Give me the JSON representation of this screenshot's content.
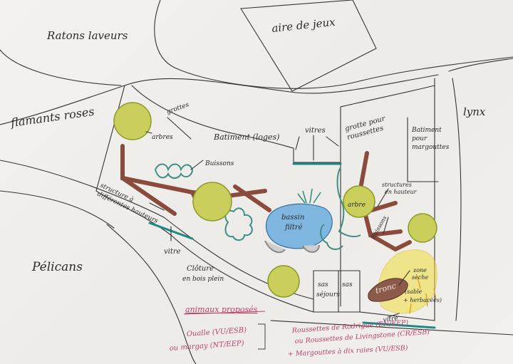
{
  "labels": {
    "ratons": "Ratons laveurs",
    "aire": "aire de jeux",
    "flamants": "flamants roses",
    "lynx": "lynx",
    "pelicans": "Pélicans",
    "grottes": "grottes",
    "arbres": "arbres",
    "batiment": "Batiment (loges)",
    "vitres_top": "vitres",
    "grotte_pour": "grotte pour",
    "roussettes": "roussettes",
    "bat_marg_1": "Batiment",
    "bat_marg_2": "pour",
    "bat_marg_3": "margouttes",
    "buissons_1": "Buissons",
    "structure_1": "structure à",
    "structure_2": "différentes hauteurs",
    "bassin_1": "bassin",
    "bassin_2": "filtré",
    "arbre_r": "arbre",
    "structures_r1": "structures",
    "structures_r2": "en hauteur",
    "buissons_r": "Buissons",
    "vitre_left": "vitre",
    "cloture_1": "Clôture",
    "cloture_2": "en bois plein",
    "sas_1": "sas",
    "sas_2": "sas",
    "sas_3": "séjours",
    "tronc": "tronc",
    "zone_1": "zone",
    "zone_2": "sèche",
    "zone_3": "(sable",
    "zone_4": "+ herbacées)",
    "vitre_bottom": "vitre"
  },
  "animals": {
    "title": "animaux proposés",
    "line1": "Oualle (VU/ESB)",
    "line2": "ou margay (NT/EEP)",
    "line3": "Roussettes de Rodrigue (EN/EEP)",
    "line4": "ou Roussettes de Livingstone (CR/ESB)",
    "line5": "+ Margouttes à dix raies (VU/ESB)"
  },
  "colors": {
    "paper": "#f1efec",
    "pencil": "#333333",
    "water": "#7fb6e0",
    "tree_yellow": "#c9cf5a",
    "bush_teal": "#3f8f86",
    "structure_brown": "#8a4a3c",
    "glass_teal": "#1e8a86",
    "dry_zone_yellow": "#f0dc3a",
    "tronc_brown": "#8b5a4a",
    "pink_text": "#c0406a"
  }
}
